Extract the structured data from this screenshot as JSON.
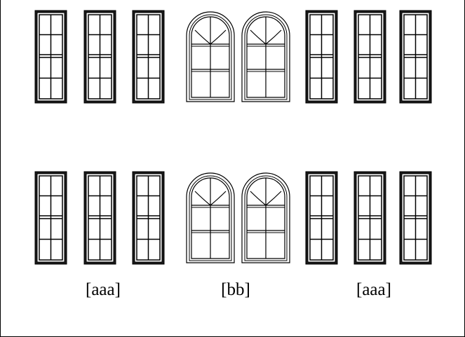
{
  "rows": [
    {
      "row": "top",
      "windows": [
        "rect",
        "rect",
        "rect",
        "arch",
        "arch",
        "rect",
        "rect",
        "rect"
      ]
    },
    {
      "row": "bottom",
      "windows": [
        "rect",
        "rect",
        "rect",
        "arch",
        "arch",
        "rect",
        "rect",
        "rect"
      ]
    }
  ],
  "labels": [
    "[aaa]",
    "[bb]",
    "[aaa]"
  ],
  "colors": {
    "line": "#000000",
    "background": "#ffffff",
    "frame_fill": "#1a1a1a"
  }
}
